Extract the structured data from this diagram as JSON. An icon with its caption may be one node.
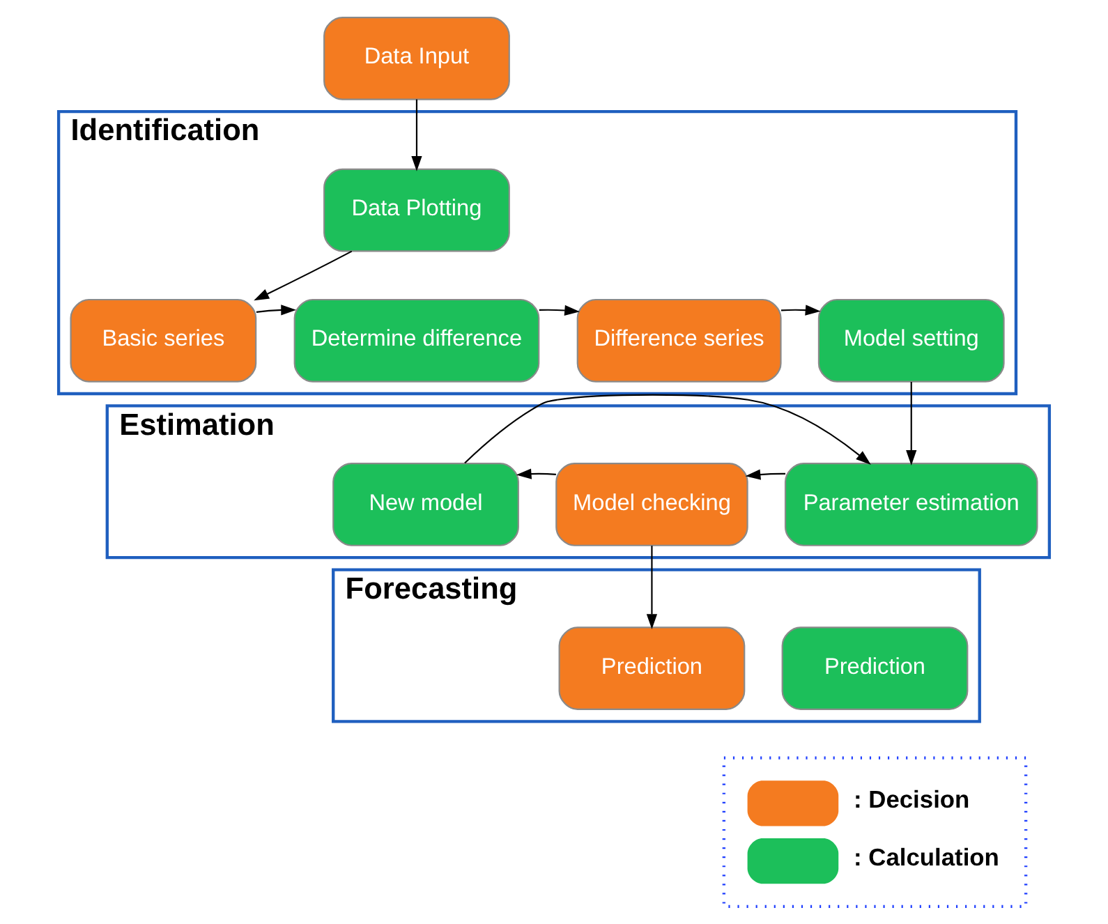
{
  "diagram": {
    "nodes": [
      {
        "text": [
          "Data Input"
        ]
      },
      {
        "text": [
          "Identification"
        ]
      },
      {
        "text": [
          "Data Plotting"
        ],
        "in": 1
      },
      {
        "text": [
          "Basic series"
        ],
        "in": 1
      },
      {
        "text": [
          "Determine difference"
        ],
        "in": 1
      },
      {
        "text": [
          "Difference series"
        ],
        "in": 1
      },
      {
        "text": [
          "Model setting"
        ],
        "in": 1
      },
      {
        "text": [
          "Estimation"
        ]
      },
      {
        "text": [
          "New model"
        ],
        "in": 7
      },
      {
        "text": [
          "Model checking"
        ],
        "in": 7
      },
      {
        "text": [
          "Parameter estimation"
        ],
        "in": 7
      },
      {
        "text": [
          "Forecasting"
        ]
      },
      {
        "text": [
          "Prediction"
        ],
        "in": 11
      },
      {
        "text": [
          "Prediction"
        ],
        "in": 11
      }
    ],
    "edges": [
      {
        "from": 0,
        "to": 2,
        "arrow": "to"
      },
      {
        "from": 2,
        "to": 3,
        "arrow": "to"
      },
      {
        "from": 3,
        "to": 4,
        "arrow": "to"
      },
      {
        "from": 4,
        "to": 5,
        "arrow": "to"
      },
      {
        "from": 5,
        "to": 6,
        "arrow": "to"
      },
      {
        "from": 6,
        "to": 10,
        "arrow": "to"
      },
      {
        "from": 8,
        "to": 10,
        "arrow": "to"
      },
      {
        "from": 10,
        "to": 9,
        "arrow": "to"
      },
      {
        "from": 9,
        "to": 8,
        "arrow": "to"
      },
      {
        "from": 9,
        "to": 12,
        "arrow": "to"
      }
    ],
    "legend": [
      {
        "text": ": Decision",
        "color": "#f47b20"
      },
      {
        "text": ": Calculation",
        "color": "#1cbf5a"
      }
    ]
  }
}
